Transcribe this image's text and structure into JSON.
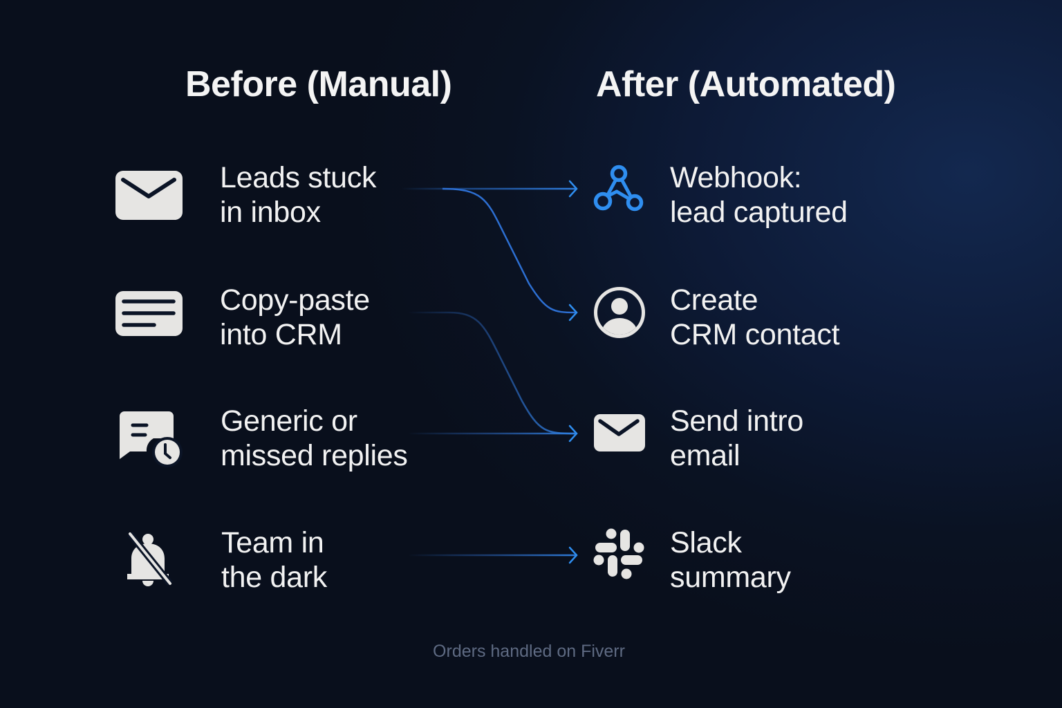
{
  "titles": {
    "before": "Before (Manual)",
    "after": "After (Automated)"
  },
  "before": [
    {
      "icon": "envelope-icon",
      "lines": [
        "Leads stuck",
        "in inbox"
      ]
    },
    {
      "icon": "document-lines-icon",
      "lines": [
        "Copy-paste",
        "into CRM"
      ]
    },
    {
      "icon": "chat-clock-icon",
      "lines": [
        "Generic or",
        "missed replies"
      ]
    },
    {
      "icon": "bell-off-icon",
      "lines": [
        "Team in",
        "the dark"
      ]
    }
  ],
  "after": [
    {
      "icon": "webhook-icon",
      "lines": [
        "Webhook:",
        "lead captured"
      ]
    },
    {
      "icon": "user-circle-icon",
      "lines": [
        "Create",
        "CRM contact"
      ]
    },
    {
      "icon": "envelope-icon",
      "lines": [
        "Send intro",
        "email"
      ]
    },
    {
      "icon": "slack-icon",
      "lines": [
        "Slack",
        "summary"
      ]
    }
  ],
  "connections": [
    {
      "from": "Leads stuck in inbox",
      "to": "Webhook: lead captured"
    },
    {
      "from": "Leads stuck in inbox",
      "to": "Create CRM contact"
    },
    {
      "from": "Copy-paste into CRM",
      "to": "Send intro email"
    },
    {
      "from": "Generic or missed replies",
      "to": "Send intro email"
    },
    {
      "from": "Team in the dark",
      "to": "Slack summary"
    }
  ],
  "footer": "Orders handled on Fiverr",
  "colors": {
    "accent_blue": "#2f8ef0",
    "connector_blue": "#2a6fd0",
    "icon_light": "#e6e5e3",
    "text": "#f2f2f2",
    "footer_text": "#5e6a82"
  }
}
